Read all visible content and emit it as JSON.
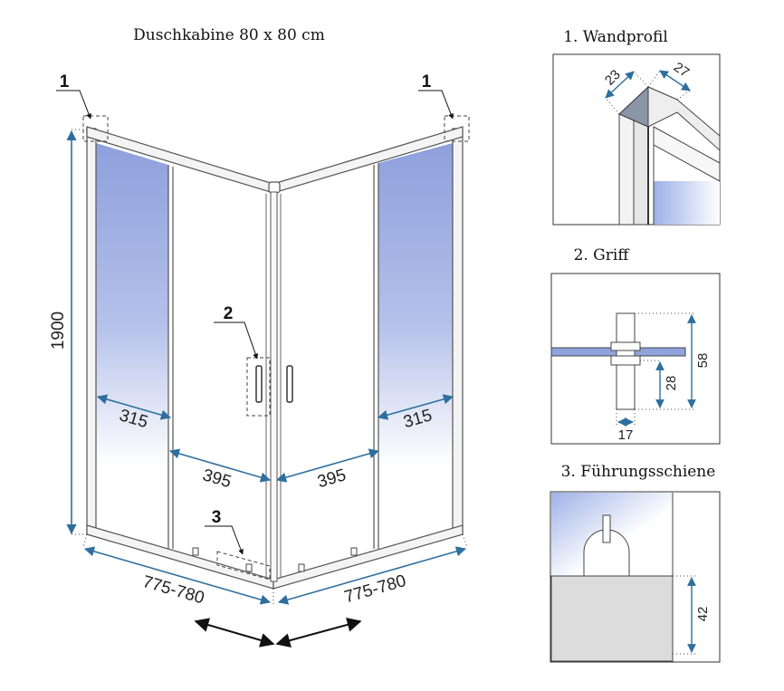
{
  "title": "Duschkabine 80 x 80 cm",
  "main": {
    "callouts": [
      "1",
      "1",
      "2",
      "3"
    ],
    "dimensions": {
      "height": "1900",
      "fixed_left": "315",
      "fixed_right": "315",
      "door_left": "395",
      "door_right": "395",
      "width_left": "775-780",
      "width_right": "775-780"
    }
  },
  "details": {
    "wall_profile": {
      "title": "1. Wandprofil",
      "dim_a": "23",
      "dim_b": "27"
    },
    "handle": {
      "title": "2. Griff",
      "dim_height": "58",
      "dim_lower": "28",
      "dim_width": "17"
    },
    "guide_rail": {
      "title": "3. Führungsschiene",
      "dim_height": "42"
    }
  },
  "colors": {
    "dimension_line": "#2e6f9e",
    "glass_blue": "#8fa4dc",
    "frame": "#555555",
    "text": "#111111"
  }
}
